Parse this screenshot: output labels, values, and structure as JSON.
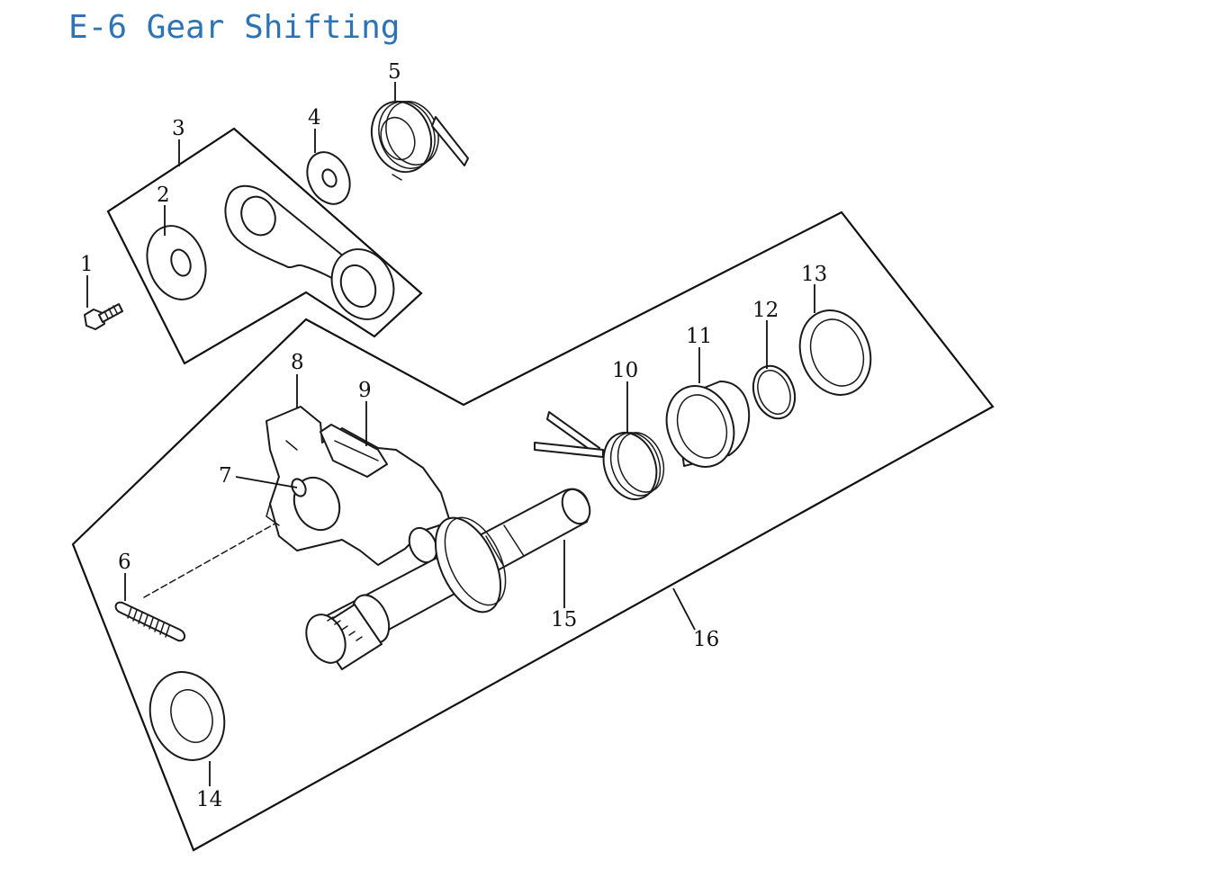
{
  "page": {
    "title": "E-6 Gear Shifting"
  },
  "callouts": [
    {
      "id": "c1",
      "label": "1"
    },
    {
      "id": "c2",
      "label": "2"
    },
    {
      "id": "c3",
      "label": "3"
    },
    {
      "id": "c4",
      "label": "4"
    },
    {
      "id": "c5",
      "label": "5"
    },
    {
      "id": "c6",
      "label": "6"
    },
    {
      "id": "c7",
      "label": "7"
    },
    {
      "id": "c8",
      "label": "8"
    },
    {
      "id": "c9",
      "label": "9"
    },
    {
      "id": "c10",
      "label": "10"
    },
    {
      "id": "c11",
      "label": "11"
    },
    {
      "id": "c12",
      "label": "12"
    },
    {
      "id": "c13",
      "label": "13"
    },
    {
      "id": "c14",
      "label": "14"
    },
    {
      "id": "c15",
      "label": "15"
    },
    {
      "id": "c16",
      "label": "16"
    }
  ],
  "colors": {
    "title": "#2e74b5",
    "linework": "#111111",
    "background": "#ffffff"
  }
}
